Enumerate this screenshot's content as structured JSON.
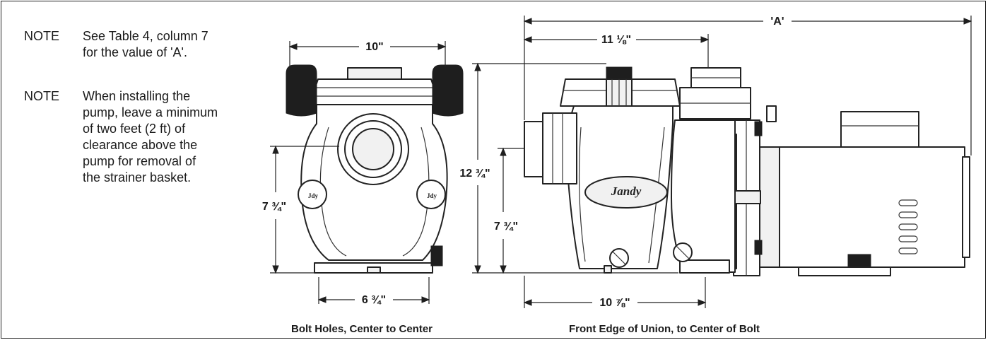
{
  "notes": [
    {
      "tag": "NOTE",
      "text": "See Table 4, column 7\nfor the value of 'A'."
    },
    {
      "tag": "NOTE",
      "text": "When installing the\npump, leave a minimum\nof two feet (2 ft) of\nclearance above the\npump for removal of\nthe strainer basket."
    }
  ],
  "front_view": {
    "width_dim": "10\"",
    "height_dim": "7 ¾\"",
    "bolt_dim": "6 ¾\"",
    "caption": "Bolt Holes, Center to Center"
  },
  "side_view": {
    "overall_dim": "'A'",
    "union_dim": "11 ⅛\"",
    "total_height_dim": "12 ¾\"",
    "union_height_dim": "7 ¾\"",
    "bolt_dim": "10 ⅞\"",
    "caption": "Front Edge of Union, to Center of Bolt",
    "logo_text": "Jandy"
  },
  "colors": {
    "line": "#222222",
    "text": "#1a1a1a",
    "background": "#ffffff"
  }
}
